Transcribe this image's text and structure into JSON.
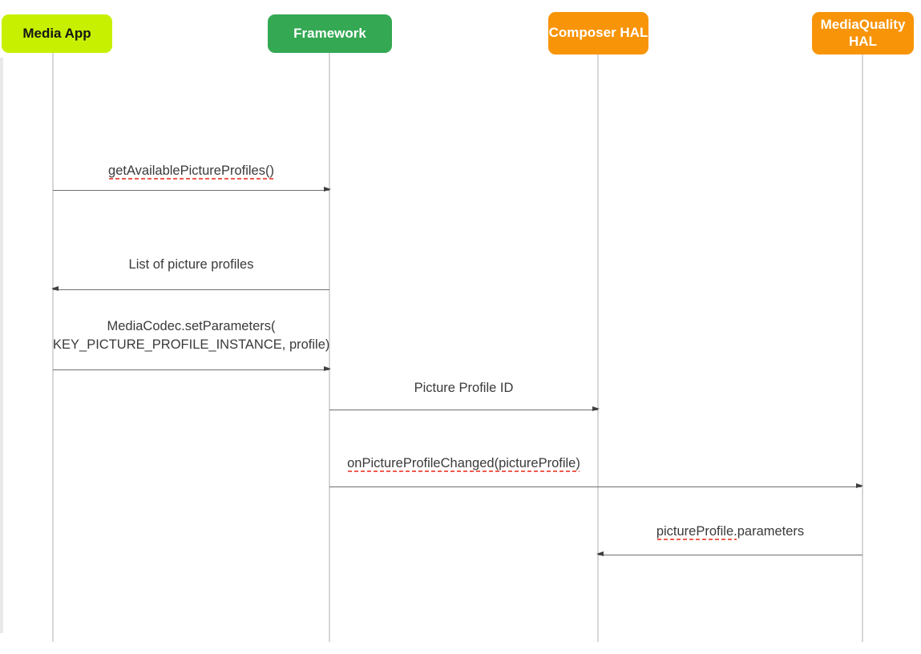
{
  "diagram": {
    "type": "sequence-diagram",
    "actors": [
      {
        "name": "Media App",
        "color": "#c6f000",
        "text_color": "#161616"
      },
      {
        "name": "Framework",
        "color": "#34a853",
        "text_color": "#ffffff"
      },
      {
        "name": "Composer HAL",
        "color": "#f89408",
        "text_color": "#ffffff"
      },
      {
        "name": "MediaQuality HAL",
        "color": "#f89408",
        "text_color": "#ffffff"
      }
    ],
    "messages": [
      {
        "from": "Media App",
        "to": "Framework",
        "direction": "right",
        "label": "getAvailablePictureProfiles()",
        "spellcheck_flagged": true
      },
      {
        "from": "Framework",
        "to": "Media App",
        "direction": "left",
        "label": "List of picture profiles",
        "spellcheck_flagged": false
      },
      {
        "from": "Media App",
        "to": "Framework",
        "direction": "right",
        "label_line1": "MediaCodec.setParameters(",
        "label_line2": "KEY_PICTURE_PROFILE_INSTANCE, profile)",
        "spellcheck_flagged": false
      },
      {
        "from": "Framework",
        "to": "Composer HAL",
        "direction": "right",
        "label": "Picture Profile ID",
        "spellcheck_flagged": false
      },
      {
        "from": "Framework",
        "to": "MediaQuality HAL",
        "direction": "right",
        "label": "onPictureProfileChanged(pictureProfile)",
        "spellcheck_flagged": true
      },
      {
        "from": "MediaQuality HAL",
        "to": "Composer HAL",
        "direction": "left",
        "label_flagged": "pictureProfile.",
        "label_rest": "parameters",
        "spellcheck_flagged": true
      }
    ],
    "colors": {
      "lifeline": "#d7d7d7",
      "arrow_line": "#6f6f6f",
      "arrow_head": "#3f3f3f",
      "label_text": "#3a3a3a",
      "spellcheck_underline": "#ea3323"
    }
  }
}
